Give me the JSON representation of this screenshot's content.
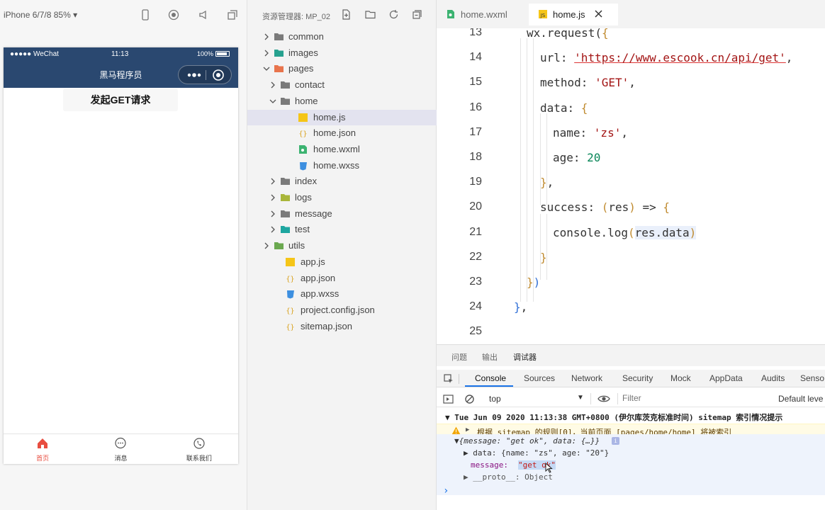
{
  "simulator": {
    "device": "iPhone 6/7/8 85% ▾",
    "status": {
      "carrier": "●●●●● WeChat",
      "time": "11:13",
      "battery": "100%"
    },
    "nav_title": "黑马程序员",
    "button_label": "发起GET请求",
    "tabs": [
      {
        "label": "首页",
        "active": true
      },
      {
        "label": "消息",
        "active": false
      },
      {
        "label": "联系我们",
        "active": false
      }
    ],
    "nav_color": "#2a4870",
    "active_tab_color": "#e84e40"
  },
  "explorer": {
    "title": "资源管理器: MP_02",
    "items": [
      {
        "label": "common",
        "type": "folder",
        "depth": 0,
        "expanded": false,
        "color": "#7a7a7a"
      },
      {
        "label": "images",
        "type": "folder",
        "depth": 0,
        "expanded": false,
        "color": "#27a18f"
      },
      {
        "label": "pages",
        "type": "folder",
        "depth": 0,
        "expanded": true,
        "color": "#e8744c"
      },
      {
        "label": "contact",
        "type": "folder",
        "depth": 1,
        "expanded": false,
        "color": "#7a7a7a"
      },
      {
        "label": "home",
        "type": "folder",
        "depth": 1,
        "expanded": true,
        "color": "#7a7a7a"
      },
      {
        "label": "home.js",
        "type": "js",
        "depth": 2,
        "selected": true
      },
      {
        "label": "home.json",
        "type": "json",
        "depth": 2
      },
      {
        "label": "home.wxml",
        "type": "wxml",
        "depth": 2
      },
      {
        "label": "home.wxss",
        "type": "wxss",
        "depth": 2
      },
      {
        "label": "index",
        "type": "folder",
        "depth": 1,
        "expanded": false,
        "color": "#7a7a7a"
      },
      {
        "label": "logs",
        "type": "folder",
        "depth": 1,
        "expanded": false,
        "color": "#a9b63a"
      },
      {
        "label": "message",
        "type": "folder",
        "depth": 1,
        "expanded": false,
        "color": "#7a7a7a"
      },
      {
        "label": "test",
        "type": "folder",
        "depth": 1,
        "expanded": false,
        "color": "#1ea6a0"
      },
      {
        "label": "utils",
        "type": "folder",
        "depth": 0,
        "expanded": false,
        "color": "#6aa84f"
      },
      {
        "label": "app.js",
        "type": "js",
        "depth": 0
      },
      {
        "label": "app.json",
        "type": "json",
        "depth": 0
      },
      {
        "label": "app.wxss",
        "type": "wxss",
        "depth": 0
      },
      {
        "label": "project.config.json",
        "type": "json",
        "depth": 0
      },
      {
        "label": "sitemap.json",
        "type": "json",
        "depth": 0
      }
    ]
  },
  "editor": {
    "tabs": [
      {
        "label": "home.wxml",
        "active": false
      },
      {
        "label": "home.js",
        "active": true
      }
    ],
    "lines": [
      {
        "num": "13",
        "indent": 1,
        "tokens": [
          [
            "wx.request(",
            "#333"
          ],
          [
            "{",
            "#c08b30"
          ]
        ]
      },
      {
        "num": "14",
        "indent": 2,
        "tokens": [
          [
            "url",
            "#333"
          ],
          [
            ": ",
            "#333"
          ],
          [
            "'https://www.escook.cn/api/get'",
            "#a31515",
            "underline"
          ],
          [
            ",",
            "#333"
          ]
        ]
      },
      {
        "num": "15",
        "indent": 2,
        "tokens": [
          [
            "method",
            "#333"
          ],
          [
            ": ",
            "#333"
          ],
          [
            "'GET'",
            "#a31515"
          ],
          [
            ",",
            "#333"
          ]
        ]
      },
      {
        "num": "16",
        "indent": 2,
        "tokens": [
          [
            "data",
            "#333"
          ],
          [
            ": ",
            "#333"
          ],
          [
            "{",
            "#c08b30"
          ]
        ]
      },
      {
        "num": "17",
        "indent": 3,
        "tokens": [
          [
            "name",
            "#333"
          ],
          [
            ": ",
            "#333"
          ],
          [
            "'zs'",
            "#a31515"
          ],
          [
            ",",
            "#333"
          ]
        ]
      },
      {
        "num": "18",
        "indent": 3,
        "tokens": [
          [
            "age",
            "#333"
          ],
          [
            ": ",
            "#333"
          ],
          [
            "20",
            "#098658"
          ]
        ]
      },
      {
        "num": "19",
        "indent": 2,
        "tokens": [
          [
            "}",
            "#c08b30"
          ],
          [
            ",",
            "#333"
          ]
        ]
      },
      {
        "num": "20",
        "indent": 2,
        "tokens": [
          [
            "success",
            "#333"
          ],
          [
            ": ",
            "#333"
          ],
          [
            "(",
            "#c08b30"
          ],
          [
            "res",
            "#333"
          ],
          [
            ")",
            "#c08b30"
          ],
          [
            " => ",
            "#333"
          ],
          [
            "{",
            "#c08b30"
          ]
        ]
      },
      {
        "num": "21",
        "indent": 3,
        "tokens": [
          [
            "console",
            "#333"
          ],
          [
            ".log",
            "#333"
          ],
          [
            "(",
            "#c08b30"
          ],
          [
            "res.data",
            "#333",
            "hl"
          ],
          [
            ")",
            "#c08b30",
            "hl"
          ]
        ]
      },
      {
        "num": "22",
        "indent": 2,
        "tokens": [
          [
            "}",
            "#c08b30"
          ]
        ]
      },
      {
        "num": "23",
        "indent": 1,
        "tokens": [
          [
            "}",
            "#c08b30"
          ],
          [
            ")",
            "#2f6fd6"
          ]
        ]
      },
      {
        "num": "24",
        "indent": 0,
        "tokens": [
          [
            "}",
            "#2f6fd6"
          ],
          [
            ",",
            "#333"
          ]
        ]
      },
      {
        "num": "25",
        "indent": 0,
        "tokens": []
      }
    ]
  },
  "panel": {
    "tabs": [
      {
        "label": "问题",
        "active": false
      },
      {
        "label": "输出",
        "active": false
      },
      {
        "label": "调试器",
        "active": true
      }
    ],
    "devtools_tabs": [
      "Console",
      "Sources",
      "Network",
      "Security",
      "Mock",
      "AppData",
      "Audits",
      "Senso"
    ],
    "context": "top",
    "filter_placeholder": "Filter",
    "levels": "Default leve",
    "console": {
      "group_header": "▼ Tue Jun 09 2020 11:13:38 GMT+0800 (伊尔库茨克标准时间) sitemap 索引情况提示",
      "warning": "根据 sitemap 的规则[0]，当前页面 [pages/home/home] 将被索引",
      "obj_summary": "▼{message: \"get ok\", data: {…}}",
      "obj_data": "▶ data: {name: \"zs\", age: \"20\"}",
      "obj_message_key": "message: ",
      "obj_message_val": "\"get ok\"",
      "obj_proto": "▶ __proto__: Object",
      "prompt": "›"
    }
  }
}
